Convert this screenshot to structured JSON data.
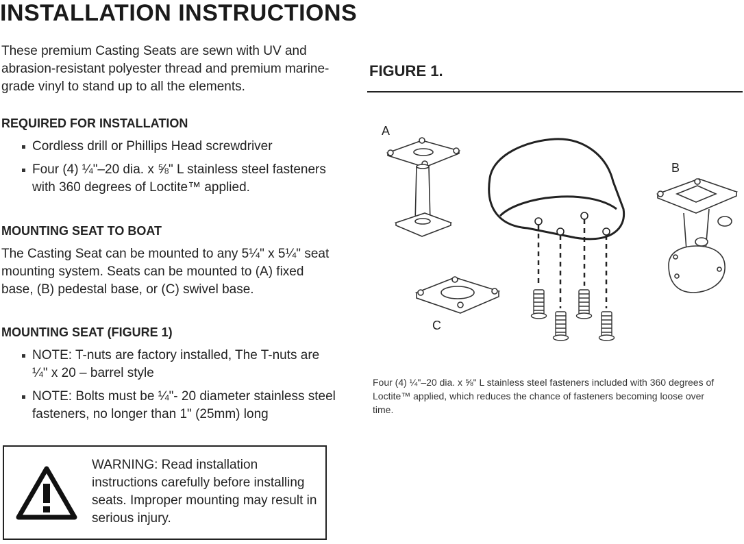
{
  "title": "INSTALLATION INSTRUCTIONS",
  "intro": "These premium Casting Seats are sewn with UV and abrasion-resistant polyester thread and premium marine-grade vinyl to stand up to all the elements.",
  "required": {
    "heading": "REQUIRED FOR INSTALLATION",
    "items": [
      "Cordless drill or Phillips Head screwdriver",
      "Four (4) ¼\"–20 dia. x ⅝\" L stainless steel fasteners with 360 degrees of Loctite™ applied."
    ]
  },
  "mounting_boat": {
    "heading": "MOUNTING SEAT TO BOAT",
    "text": "The Casting Seat can be mounted to any 5¼\" x 5¼\" seat mounting system. Seats can be mounted to (A) fixed base, (B) pedestal base, or (C) swivel base."
  },
  "mounting_fig": {
    "heading": "MOUNTING SEAT (FIGURE 1)",
    "items": [
      "NOTE: T-nuts are factory installed, The T-nuts are ¼\" x 20 – barrel style",
      "NOTE: Bolts must be ¼\"- 20 diameter stainless steel fasteners, no longer than 1\" (25mm) long"
    ]
  },
  "warning": {
    "text": "WARNING: Read installation instructions carefully before installing seats. Improper mounting may result in serious injury.",
    "icon": "warning-triangle-icon"
  },
  "figure": {
    "title": "FIGURE 1.",
    "labels": {
      "a": "A",
      "b": "B",
      "c": "C"
    },
    "caption": "Four (4) ¼\"–20 dia. x ⅝\" L stainless steel fasteners included with 360 degrees of Loctite™ applied, which reduces the chance of fasteners becoming loose over time."
  }
}
